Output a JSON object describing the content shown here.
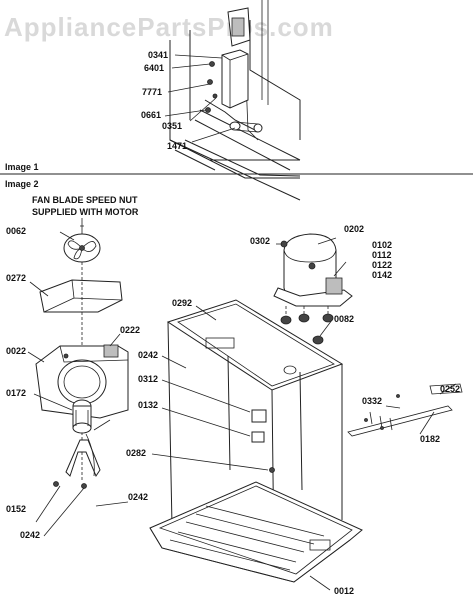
{
  "watermark": "AppliancePartsPros.com",
  "sections": {
    "image1": "Image 1",
    "image2": "Image 2"
  },
  "notes": {
    "fan_nut_line1": "FAN BLADE SPEED NUT",
    "fan_nut_line2": "SUPPLIED WITH MOTOR"
  },
  "image1_labels": {
    "p0341": "0341",
    "p6401": "6401",
    "p7771": "7771",
    "p0661": "0661",
    "p0351": "0351",
    "p1471": "1471"
  },
  "image2_labels": {
    "p0062": "0062",
    "p0272": "0272",
    "p0222": "0222",
    "p0022": "0022",
    "p0172": "0172",
    "p0152": "0152",
    "p0242a": "0242",
    "p0242b": "0242",
    "p0242c": "0242",
    "p0302": "0302",
    "p0202": "0202",
    "p0102": "0102",
    "p0112": "0112",
    "p0122": "0122",
    "p0142": "0142",
    "p0292": "0292",
    "p0082": "0082",
    "p0312": "0312",
    "p0132": "0132",
    "p0282": "0282",
    "p0252": "0252",
    "p0332": "0332",
    "p0182": "0182",
    "p0012": "0012"
  }
}
